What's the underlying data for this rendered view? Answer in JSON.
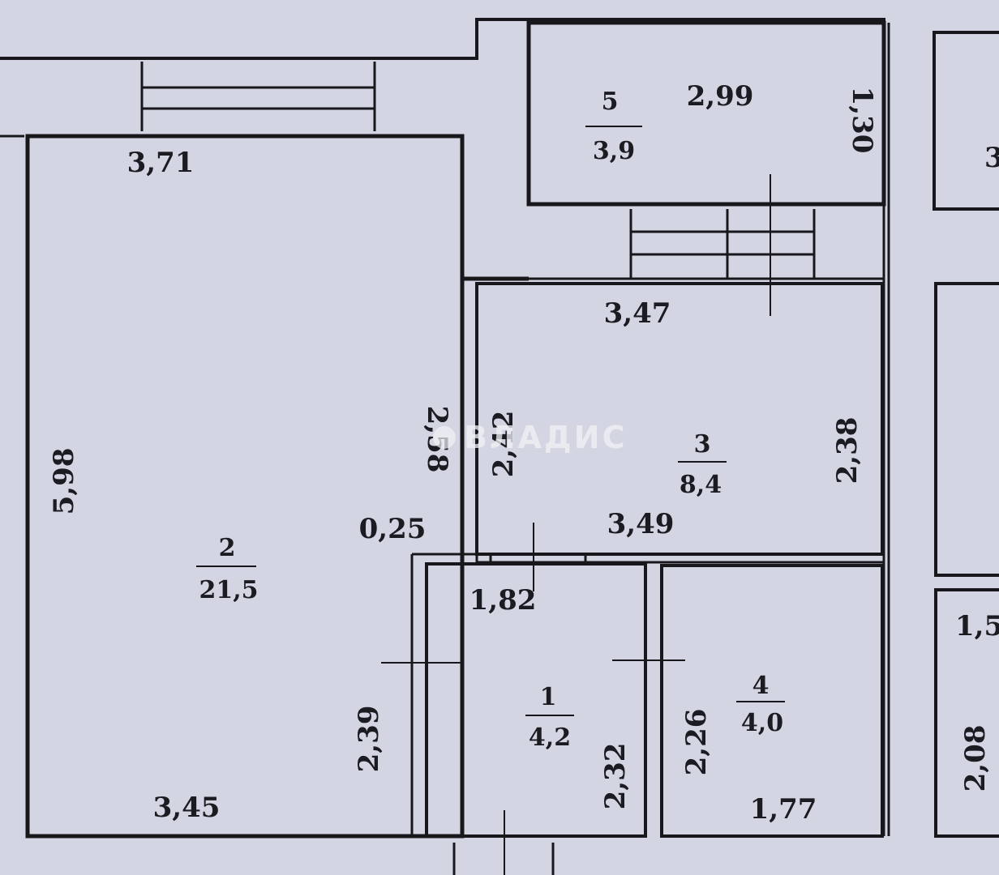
{
  "plan": {
    "rooms": {
      "r1": {
        "number": "1",
        "area": "4,2"
      },
      "r2": {
        "number": "2",
        "area": "21,5"
      },
      "r3": {
        "number": "3",
        "area": "8,4"
      },
      "r4": {
        "number": "4",
        "area": "4,0"
      },
      "r5": {
        "number": "5",
        "area": "3,9"
      }
    },
    "dims": {
      "d371": "3,71",
      "d598": "5,98",
      "d345": "3,45",
      "d025": "0,25",
      "d258": "2,58",
      "d239": "2,39",
      "d182": "1,82",
      "d232": "2,32",
      "d242": "2,42",
      "d347": "3,47",
      "d349": "3,49",
      "d238": "2,38",
      "d226": "2,26",
      "d177": "1,77",
      "d299": "2,99",
      "d130": "1,30",
      "d208": "2,08",
      "d15": "1,5",
      "d3": "3"
    },
    "watermark": "ВЛАДИС"
  }
}
